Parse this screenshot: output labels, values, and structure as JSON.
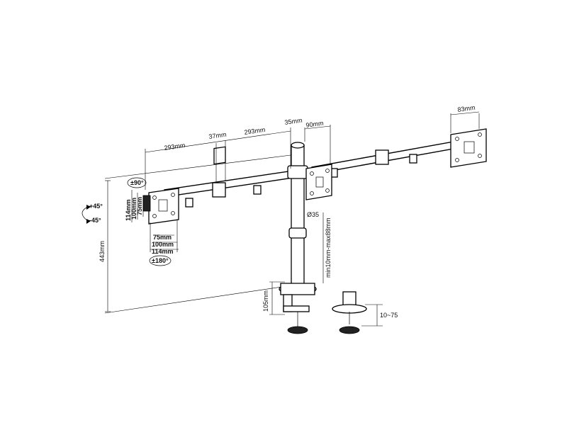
{
  "dimensions": {
    "arm_left": "293mm",
    "arm_right": "293mm",
    "joint_width": "37mm",
    "pole_width": "35mm",
    "clamp_width": "90mm",
    "right_plate_width": "83mm",
    "pole_diameter": "Ø35",
    "pole_height": "min10mm-max88mm",
    "total_height": "443mm",
    "clamp_height": "105mm",
    "desk_thickness": "10~75",
    "vesa_h_114": "114mm",
    "vesa_h_100": "100mm",
    "vesa_h_75": "75mm",
    "vesa_w_75": "75mm",
    "vesa_w_100": "100mm",
    "vesa_w_114": "114mm"
  },
  "angles": {
    "swivel": "±90°",
    "rotation": "±180°",
    "tilt_up": "+45°",
    "tilt_down": "-45°"
  }
}
